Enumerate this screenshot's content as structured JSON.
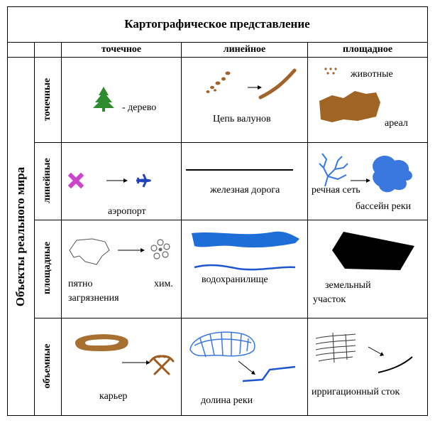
{
  "title": "Картографическое представление",
  "columns": [
    "точечное",
    "линейное",
    "площадное"
  ],
  "row_group_label": "Объекты реального мира",
  "rows": [
    "точечные",
    "линейные",
    "площадные",
    "объемные"
  ],
  "cells": {
    "r1c1": [
      "- дерево"
    ],
    "r1c2": [
      "Цепь валунов"
    ],
    "r1c3": [
      "животные",
      "ареал"
    ],
    "r2c1": [
      "аэропорт"
    ],
    "r2c2": [
      "железная дорога"
    ],
    "r2c3": [
      "речная сеть",
      "бассейн реки"
    ],
    "r3c1": [
      "пятно",
      "хим.",
      "загрязнения"
    ],
    "r3c2": [
      "водохранилище"
    ],
    "r3c3": [
      "земельный",
      "участок"
    ],
    "r4c1": [
      "карьер"
    ],
    "r4c2": [
      "долина реки"
    ],
    "r4c3": [
      "ирригационный сток"
    ]
  },
  "colors": {
    "tree": "#2e8b2e",
    "boulders": "#a0642a",
    "area": "#a06424",
    "cross": "#cc44cc",
    "plane": "#2244bb",
    "water": "#3a78e0",
    "lake": "#1e6ed8",
    "land": "#000000",
    "quarry": "#a87030",
    "pickaxe": "#a05c20"
  }
}
